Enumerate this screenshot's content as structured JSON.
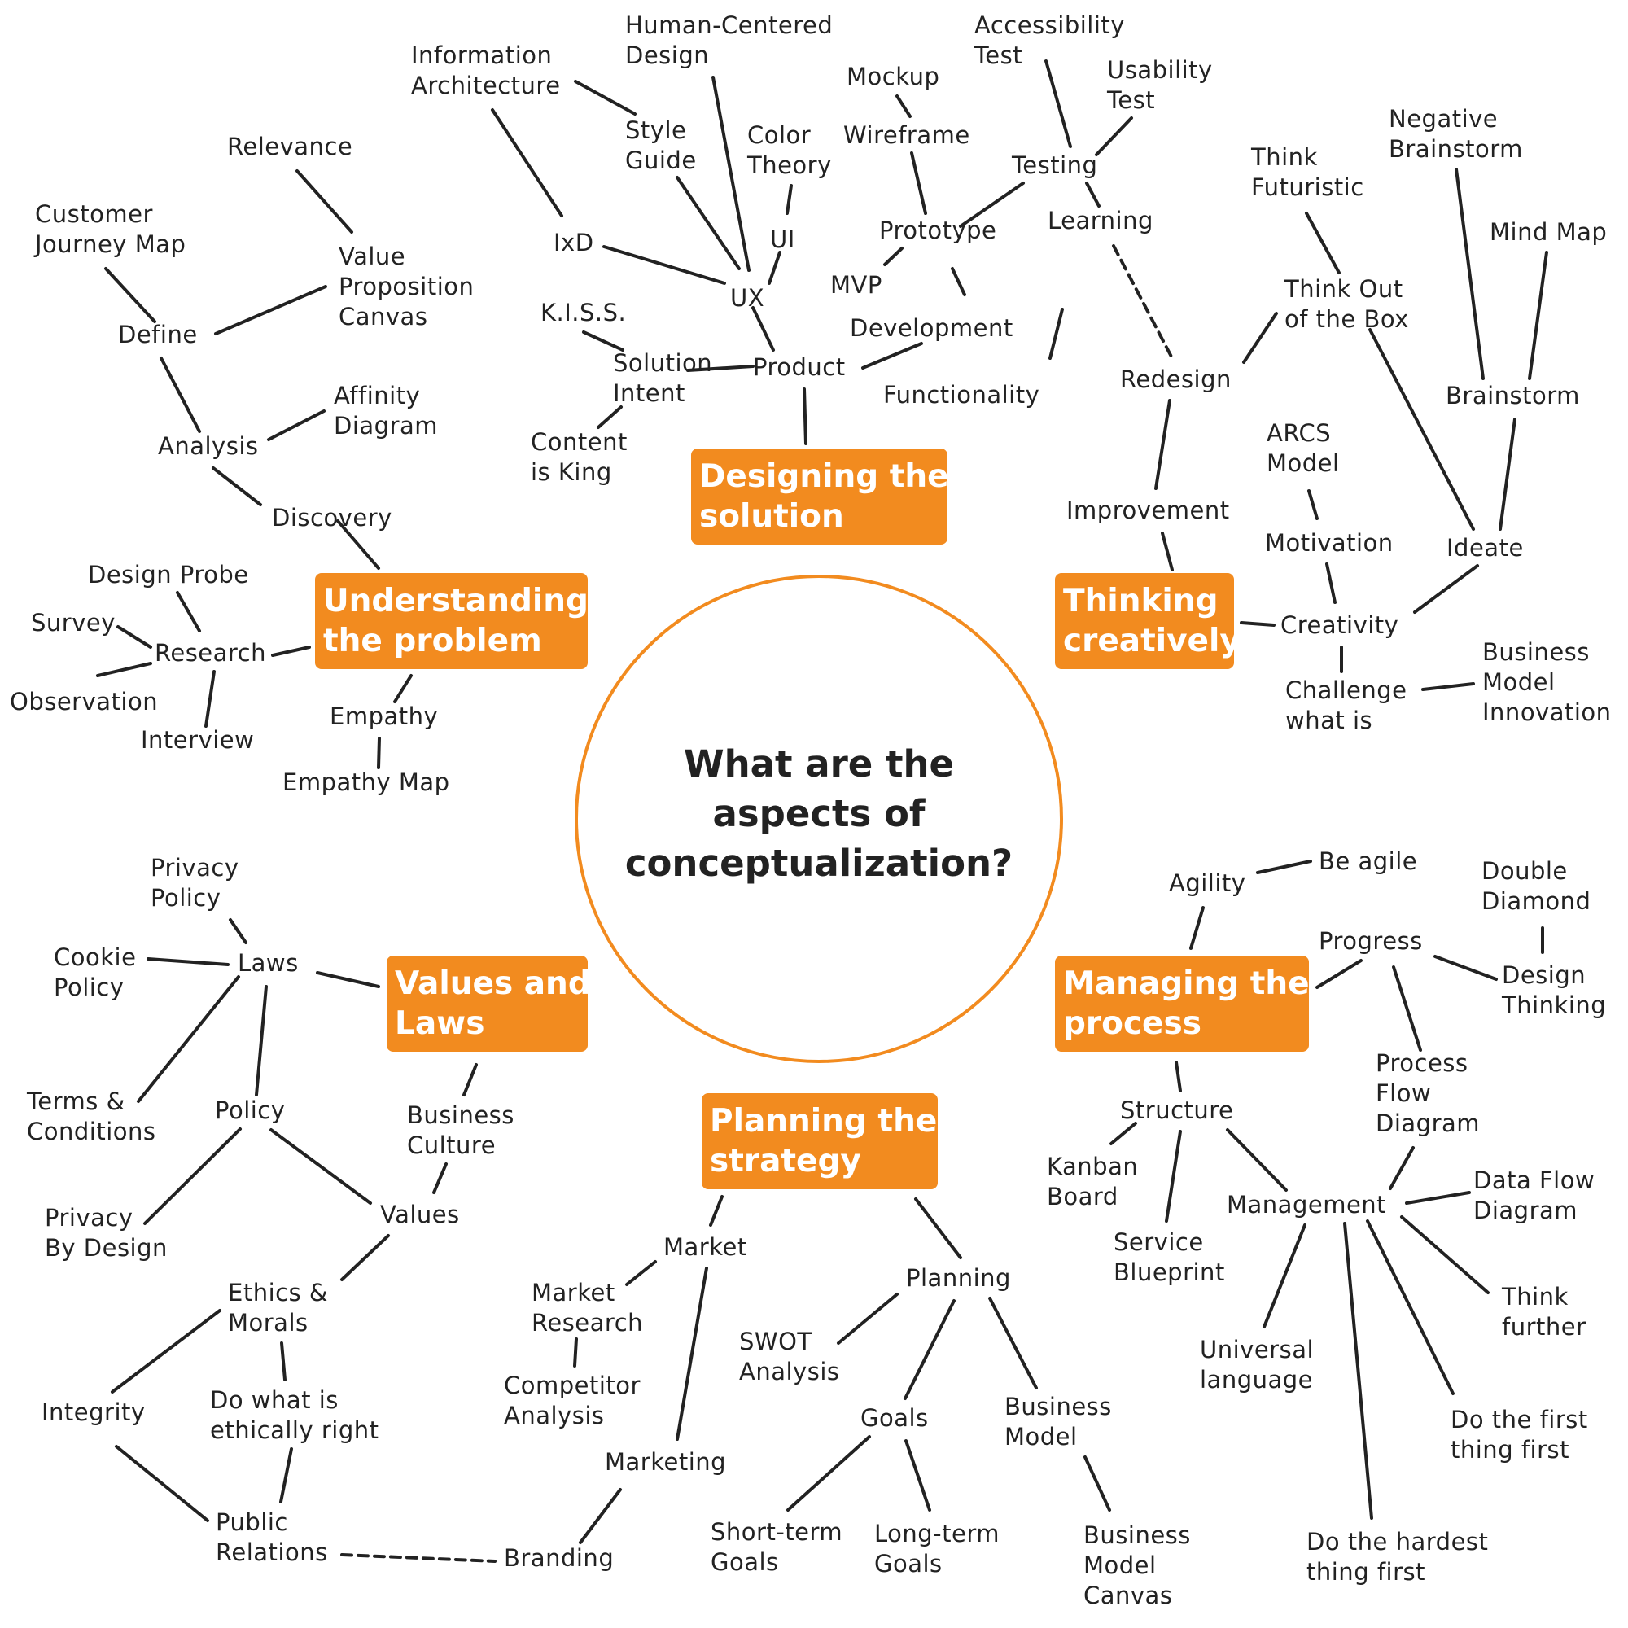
{
  "center": {
    "question": "What are the\naspects of\nconceptualization?"
  },
  "colors": {
    "accent": "#F28B1F",
    "line": "#222222"
  },
  "hubs": {
    "understanding": "Understanding\nthe problem",
    "designing": "Designing the\nsolution",
    "thinking": "Thinking\ncreatively",
    "managing": "Managing the\nprocess",
    "planning": "Planning the\nstrategy",
    "values": "Values and\nLaws"
  },
  "understanding": {
    "relevance": "Relevance",
    "customer_journey_map": "Customer\nJourney Map",
    "value_proposition_canvas": "Value\nProposition\nCanvas",
    "define": "Define",
    "affinity_diagram": "Affinity\nDiagram",
    "analysis": "Analysis",
    "discovery": "Discovery",
    "design_probe": "Design Probe",
    "survey": "Survey",
    "research": "Research",
    "observation": "Observation",
    "interview": "Interview",
    "empathy": "Empathy",
    "empathy_map": "Empathy Map"
  },
  "designing": {
    "information_architecture": "Information\nArchitecture",
    "human_centered_design": "Human-Centered\nDesign",
    "style_guide": "Style\nGuide",
    "color_theory": "Color\nTheory",
    "ui": "UI",
    "ixd": "IxD",
    "ux": "UX",
    "kiss": "K.I.S.S.",
    "solution_intent": "Solution\nIntent",
    "product": "Product",
    "content_is_king": "Content\nis King",
    "mockup": "Mockup",
    "wireframe": "Wireframe",
    "prototype": "Prototype",
    "mvp": "MVP",
    "development": "Development",
    "functionality": "Functionality",
    "accessibility_test": "Accessibility\nTest",
    "usability_test": "Usability\nTest",
    "testing": "Testing",
    "learning": "Learning"
  },
  "thinking": {
    "think_futuristic": "Think\nFuturistic",
    "negative_brainstorm": "Negative\nBrainstorm",
    "mind_map": "Mind Map",
    "think_out_of_box": "Think Out\nof the Box",
    "redesign": "Redesign",
    "brainstorm": "Brainstorm",
    "arcs_model": "ARCS\nModel",
    "improvement": "Improvement",
    "motivation": "Motivation",
    "ideate": "Ideate",
    "creativity": "Creativity",
    "challenge_what_is": "Challenge\nwhat is",
    "business_model_innovation": "Business\nModel\nInnovation"
  },
  "managing": {
    "agility": "Agility",
    "be_agile": "Be agile",
    "double_diamond": "Double\nDiamond",
    "progress": "Progress",
    "design_thinking": "Design\nThinking",
    "process_flow_diagram": "Process\nFlow\nDiagram",
    "structure": "Structure",
    "kanban_board": "Kanban\nBoard",
    "service_blueprint": "Service\nBlueprint",
    "management": "Management",
    "data_flow_diagram": "Data Flow\nDiagram",
    "think_further": "Think\nfurther",
    "universal_language": "Universal\nlanguage",
    "do_first_thing_first": "Do the first\nthing first",
    "do_hardest_thing_first": "Do the hardest\nthing first"
  },
  "planning": {
    "market": "Market",
    "market_research": "Market\nResearch",
    "competitor_analysis": "Competitor\nAnalysis",
    "marketing": "Marketing",
    "branding": "Branding",
    "planning": "Planning",
    "swot_analysis": "SWOT\nAnalysis",
    "goals": "Goals",
    "business_model": "Business\nModel",
    "short_term_goals": "Short-term\nGoals",
    "long_term_goals": "Long-term\nGoals",
    "business_model_canvas": "Business\nModel\nCanvas"
  },
  "values": {
    "privacy_policy": "Privacy\nPolicy",
    "cookie_policy": "Cookie\nPolicy",
    "laws": "Laws",
    "terms_conditions": "Terms &\nConditions",
    "policy": "Policy",
    "business_culture": "Business\nCulture",
    "privacy_by_design": "Privacy\nBy Design",
    "values": "Values",
    "ethics_morals": "Ethics &\nMorals",
    "integrity": "Integrity",
    "do_what_is_right": "Do what is\nethically right",
    "public_relations": "Public\nRelations"
  }
}
